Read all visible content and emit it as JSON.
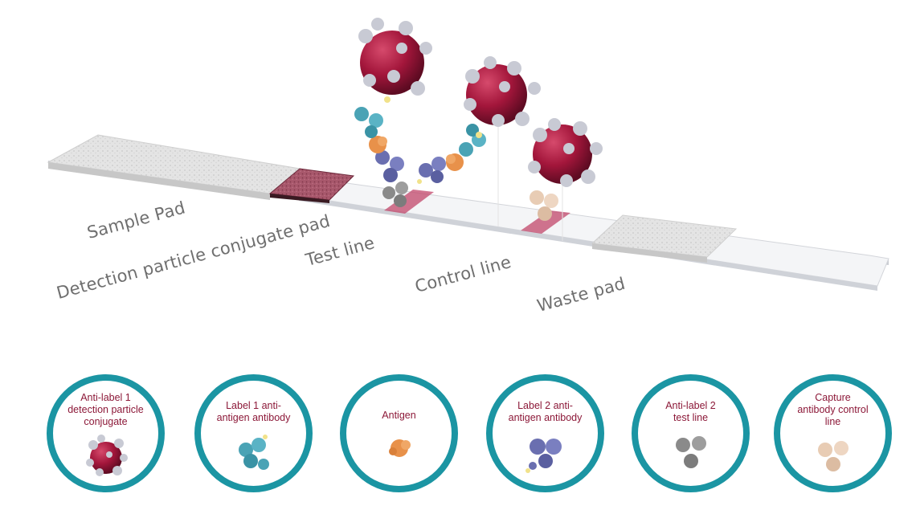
{
  "strip_labels": {
    "sample_pad": "Sample Pad",
    "conjugate_pad": "Detection particle conjugate pad",
    "test_line": "Test line",
    "control_line": "Control line",
    "waste_pad": "Waste pad"
  },
  "legend": [
    {
      "line1": "Anti-label 1",
      "line2": "detection particle",
      "line3": "conjugate"
    },
    {
      "line1": "Label 1 anti-",
      "line2": "antigen antibody",
      "line3": ""
    },
    {
      "line1": "Antigen",
      "line2": "",
      "line3": ""
    },
    {
      "line1": "Label 2 anti-",
      "line2": "antigen antibody",
      "line3": ""
    },
    {
      "line1": "Anti-label 2",
      "line2": "test line",
      "line3": ""
    },
    {
      "line1": "Capture",
      "line2": "antibody control",
      "line3": "line"
    }
  ],
  "colors": {
    "accent_ring": "#1b95a3",
    "legend_text": "#8c1838",
    "particle": "#a3163b",
    "label1_antibody": "#4aa3b5",
    "antigen": "#e8914a",
    "label2_antibody": "#6a6fb0",
    "antilabel2": "#8a8a8a",
    "capture_antibody": "#e8ccb4",
    "line_band": "#c1456a"
  }
}
